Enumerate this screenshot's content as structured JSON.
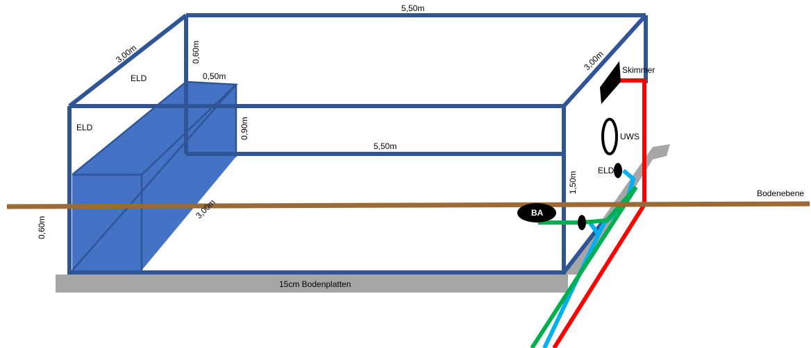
{
  "colors": {
    "frame": "#2F5597",
    "basin": "#4472C4",
    "slab": "#A6A6A6",
    "ground": "#9C6A35",
    "pipe_red": "#FF0000",
    "pipe_blue": "#00B0F0",
    "pipe_green": "#00B050",
    "black": "#000000"
  },
  "labels": {
    "width_top": "5,50m",
    "width_middle": "5,50m",
    "depth_left": "3,00m",
    "depth_right": "3,00m",
    "depth_bottom": "3,00m",
    "height_back": "0,60m",
    "height_left": "0,60m",
    "height_front_right": "1,50m",
    "basin_width": "0,50m",
    "basin_height": "0,90m",
    "eld_top": "ELD",
    "eld_left": "ELD",
    "eld_right": "ELD",
    "skimmer": "Skimmer",
    "uws": "UWS",
    "ba": "BA",
    "ground_level": "Bodenebene",
    "slab": "15cm Bodenplatten"
  }
}
